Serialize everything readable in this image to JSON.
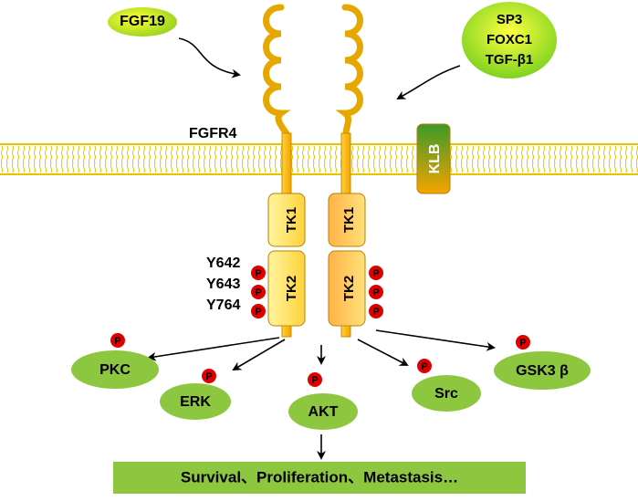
{
  "ligands": {
    "fgf19": "FGF19",
    "regulators": [
      "SP3",
      "FOXC1",
      "TGF-β1"
    ]
  },
  "receptor": {
    "name": "FGFR4",
    "kinase_domains": [
      "TK1",
      "TK2"
    ],
    "phospho_sites": [
      "Y642",
      "Y643",
      "Y764"
    ]
  },
  "coreceptor": "KLB",
  "phospho_label": "P",
  "downstream": [
    "PKC",
    "ERK",
    "AKT",
    "Src",
    "GSK3 β"
  ],
  "outcome": "Survival、Proliferation、Metastasis…",
  "colors": {
    "receptor_stroke": "#e6a800",
    "membrane": "#e8c400",
    "ellipse_green": "#8dc63f",
    "outcome_box": "#8dc63f",
    "phospho_red": "#e00000",
    "klb_top": "#3c9a2a",
    "klb_bottom": "#f5a400"
  }
}
